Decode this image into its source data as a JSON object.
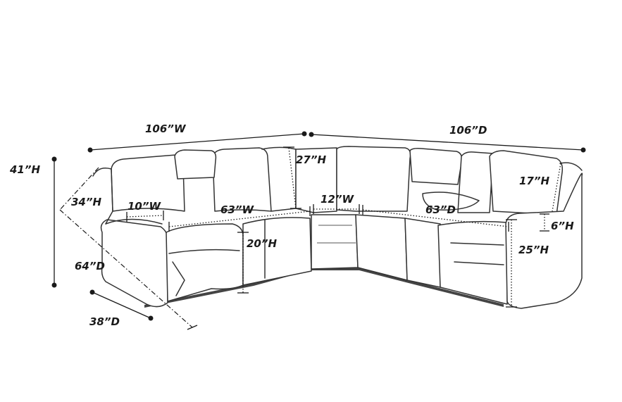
{
  "product": "Reclining sectional sofa dimension diagram",
  "dimensions": {
    "top_width": "106”W",
    "top_depth": "106”D",
    "overall_height": "41”H",
    "back_height": "34”H",
    "arm_width": "10”W",
    "left_section_width": "63”W",
    "center_back_height": "27”H",
    "wedge_width": "12”W",
    "right_section_depth": "63”D",
    "backrest_height": "17”H",
    "arm_height_above_seat": "6”H",
    "seat_height": "20”H",
    "arm_height": "25”H",
    "reclined_depth": "64”D",
    "seat_depth": "38”D"
  },
  "colors": {
    "line": "#1a1a1a",
    "outline": "#333333",
    "background": "#ffffff"
  }
}
